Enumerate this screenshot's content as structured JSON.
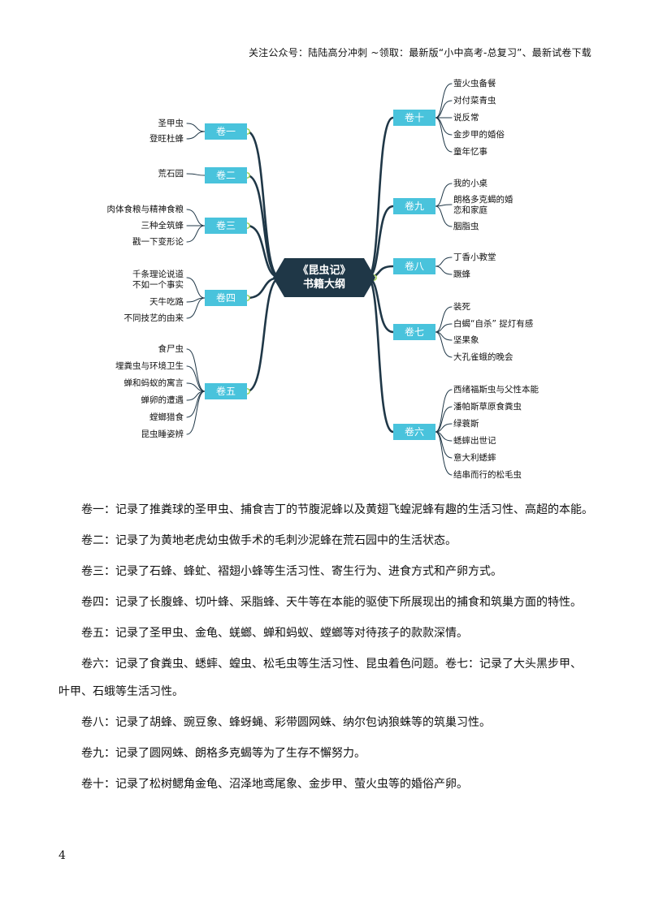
{
  "header": "关注公众号：陆陆高分冲刺 ~领取：最新版“小中高考-总复习”、最新试卷下载",
  "mindmap": {
    "title_line1": "《昆虫记》",
    "title_line2": "书籍大纲",
    "left": [
      {
        "label": "卷一",
        "items": [
          "圣甲虫",
          "登旺杜蜂"
        ]
      },
      {
        "label": "卷二",
        "items": [
          "荒石园"
        ]
      },
      {
        "label": "卷三",
        "items": [
          "肉体食粮与精神食粮",
          "三种全筑蜂",
          "戳一下变形论"
        ]
      },
      {
        "label": "卷四",
        "items": [
          "千条理论说道\n不如一个事实",
          "天牛吃路",
          "不同技艺的由来"
        ]
      },
      {
        "label": "卷五",
        "items": [
          "食尸虫",
          "埋粪虫与环境卫生",
          "蝉和蚂蚁的寓言",
          "蝉卵的遭遇",
          "螳螂猎食",
          "昆虫睡姿辨"
        ]
      }
    ],
    "right": [
      {
        "label": "卷十",
        "items": [
          "萤火虫备餐",
          "对付菜青虫",
          "说反常",
          "金步甲的婚俗",
          "童年忆事"
        ]
      },
      {
        "label": "卷九",
        "items": [
          "我的小桌",
          "朗格多克蝎的婚\n恋和家庭",
          "胭脂虫"
        ]
      },
      {
        "label": "卷八",
        "items": [
          "丁香小教堂",
          "蹶蜂"
        ]
      },
      {
        "label": "卷七",
        "items": [
          "装死",
          "白蝎“自杀” 捉灯有感",
          "坚果象",
          "大孔雀蛾的晚会"
        ]
      },
      {
        "label": "卷六",
        "items": [
          "西绪福斯虫与父性本能",
          "潘帕斯草原食粪虫",
          "绿蓑斯",
          "蟋蟀出世记",
          "意大利蟋蟀",
          "结串而行的松毛虫"
        ]
      }
    ]
  },
  "paragraphs": [
    "卷一：记录了推粪球的圣甲虫、捕食吉丁的节腹泥蜂以及黄翅飞蝗泥蜂有趣的生活习性、高超的本能。",
    "卷二：记录了为黄地老虎幼虫做手术的毛刺沙泥蜂在荒石园中的生活状态。",
    "卷三：记录了石蜂、蜂虻、褶翅小蜂等生活习性、寄生行为、进食方式和产卵方式。",
    "卷四：记录了长腹蜂、切叶蜂、采脂蜂、天牛等在本能的驱使下所展现出的捕食和筑巢方面的特性。",
    "卷五：记录了圣甲虫、金龟、蜣螂、蝉和蚂蚁、螳螂等对待孩子的款款深情。",
    "卷六：记录了食粪虫、蟋蟀、蝗虫、松毛虫等生活习性、昆虫着色问题。卷七：记录了大头黑步甲、",
    "叶甲、石蛾等生活习性。",
    "卷八：记录了胡蜂、豌豆象、蜂蚜蝇、彩带圆网蛛、纳尔包讷狼蛛等的筑巢习性。",
    "卷九：记录了圆网蛛、朗格多克蝎等为了生存不懈努力。",
    "卷十：记录了松树鳃角金龟、沼泽地鸢尾象、金步甲、萤火虫等的婚俗产卵。"
  ],
  "page_number": "4",
  "colors": {
    "box": "#49c3dc",
    "center": "#1f3747",
    "branch": "#1f3747",
    "node": "#9ccd4a"
  }
}
